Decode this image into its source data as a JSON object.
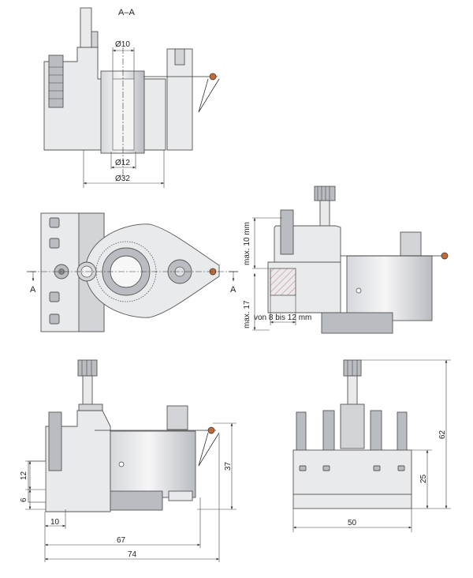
{
  "section_label": "A–A",
  "views": {
    "top": {
      "dia_inner": "Ø10",
      "dia_middle": "Ø12",
      "dia_outer": "Ø32"
    },
    "plan": {
      "section_mark_left": "A",
      "section_mark_right": "A"
    },
    "side_right": {
      "max_10": "max. 10 mm",
      "max_17": "max. 17",
      "range": "von  8  bis  12  mm"
    },
    "front": {
      "dim_12": "12",
      "dim_6": "6",
      "dim_10": "10",
      "dim_37": "37",
      "dim_67": "67",
      "dim_74": "74"
    },
    "end": {
      "dim_62": "62",
      "dim_25": "25",
      "dim_50": "50"
    }
  }
}
